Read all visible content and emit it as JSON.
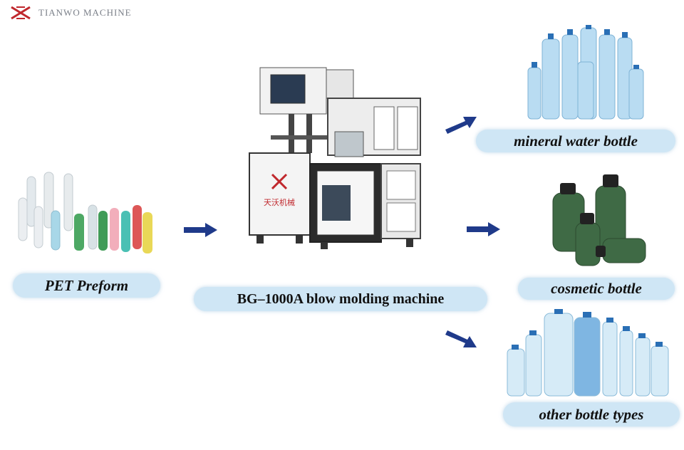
{
  "brand": {
    "name": "TIANWO MACHINE",
    "accent": "#c0282d"
  },
  "machine": {
    "label": "BG–1000A blow molding machine",
    "panel_logo_text": "天沃机械"
  },
  "source": {
    "label": "PET Preform"
  },
  "outputs": [
    {
      "label": "mineral water bottle"
    },
    {
      "label": "cosmetic bottle"
    },
    {
      "label": "other bottle types"
    }
  ],
  "colors": {
    "pill_bg": "#cfe6f5",
    "arrow": "#1f3a8a"
  }
}
